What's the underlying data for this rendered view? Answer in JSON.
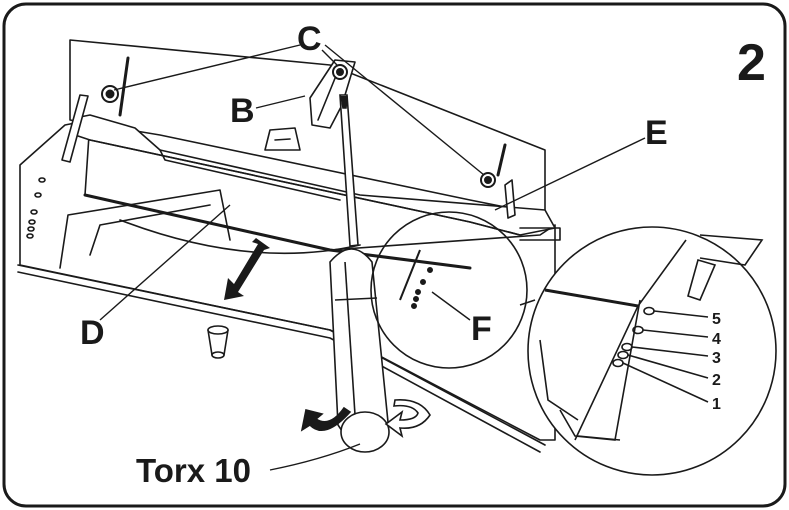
{
  "step": "2",
  "labels": {
    "b": "B",
    "c": "C",
    "d": "D",
    "e": "E",
    "f": "F"
  },
  "tool": "Torx 10",
  "detail_positions": [
    "5",
    "4",
    "3",
    "2",
    "1"
  ],
  "colors": {
    "line": "#1a1a1a",
    "background": "#ffffff"
  }
}
